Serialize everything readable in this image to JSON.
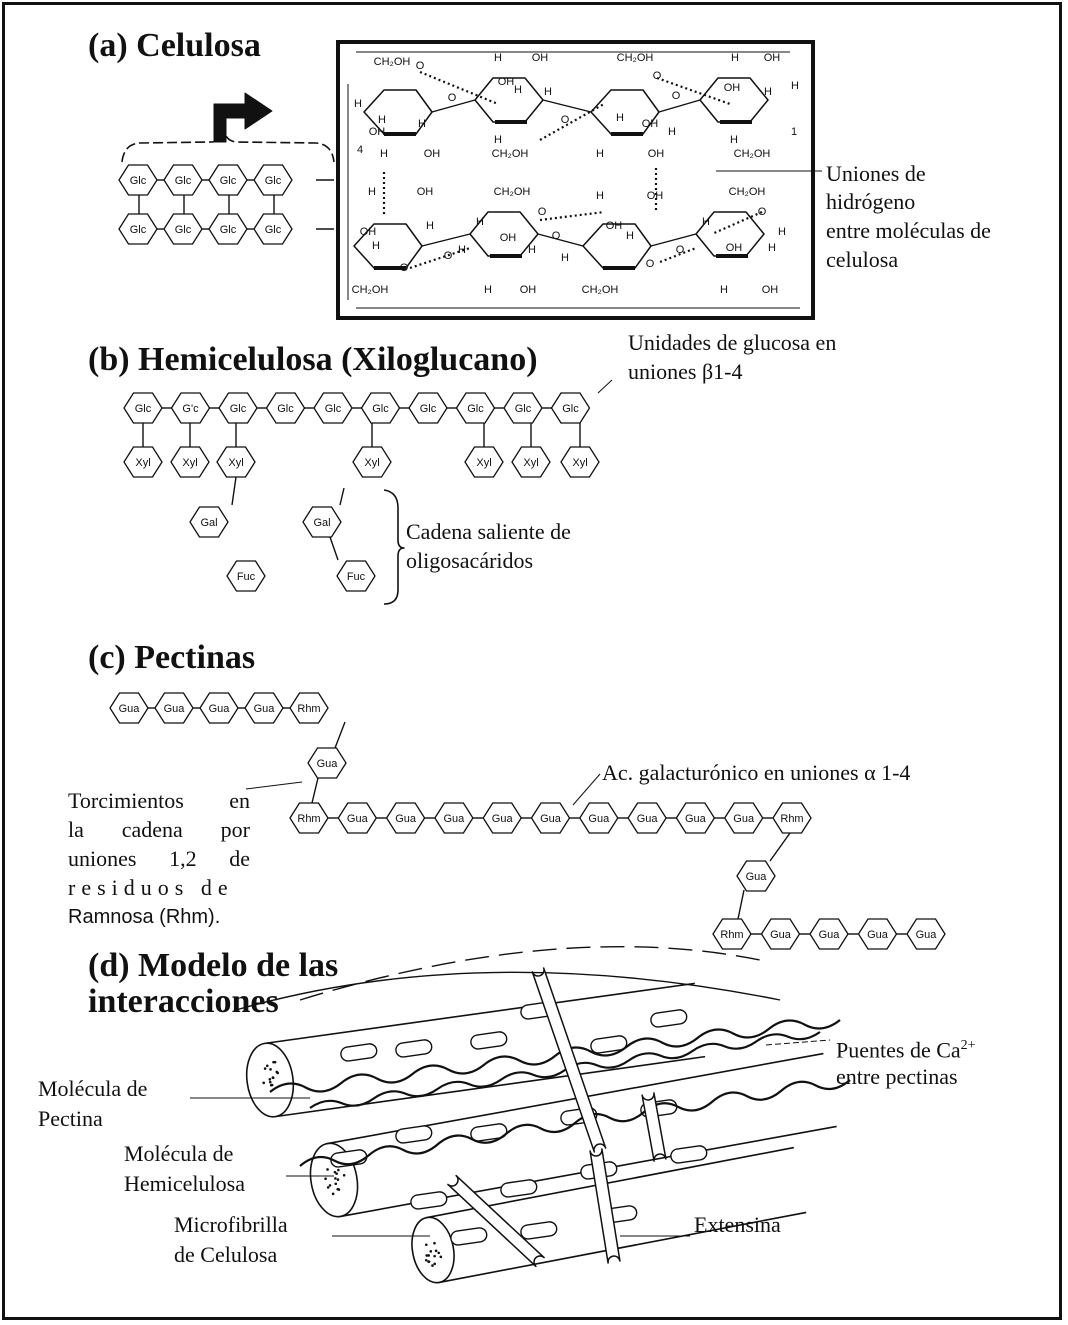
{
  "sections": {
    "a": {
      "title": "(a) Celulosa",
      "monomer": "Glc",
      "label": [
        "Uniones de",
        "hidrógeno",
        "entre moléculas de",
        "celulosa"
      ]
    },
    "b": {
      "title": "(b) Hemicelulosa (Xiloglucano)",
      "backbone": [
        "Glc",
        "G'c",
        "Glc",
        "Glc",
        "Glc",
        "Glc",
        "Glc",
        "Glc",
        "Glc",
        "Glc"
      ],
      "xylose": "Xyl",
      "galactose": "Gal",
      "fucose": "Fuc",
      "label_top": [
        "Unidades de glucosa en",
        "uniones β1-4"
      ],
      "label_side": [
        "Cadena saliente de",
        "oligosacáridos"
      ]
    },
    "c": {
      "title": "(c) Pectinas",
      "gua": "Gua",
      "rhm": "Rhm",
      "label_top": "Ac. galacturónico en uniones α 1-4",
      "label_side": [
        "Torcimientos en",
        "la cadena por",
        "uniones 1,2 de",
        "residuos de",
        "Ramnosa (Rhm)."
      ]
    },
    "d": {
      "title_line1": "(d) Modelo de las",
      "title_line2": "interacciones",
      "ca_line1_prefix": "Puentes de Ca",
      "ca_sup": "2+",
      "ca_line2": "entre pectinas",
      "pectina": [
        "Molécula de",
        "Pectina"
      ],
      "hemicelulosa": [
        "Molécula de",
        "Hemicelulosa"
      ],
      "microfibrilla": [
        "Microfibrilla",
        "de Celulosa"
      ],
      "extensina": "Extensina"
    }
  },
  "chem": {
    "ch2oh": "CH₂OH",
    "oh": "OH",
    "h": "H",
    "o": "O",
    "n4": "4",
    "n1": "1"
  }
}
